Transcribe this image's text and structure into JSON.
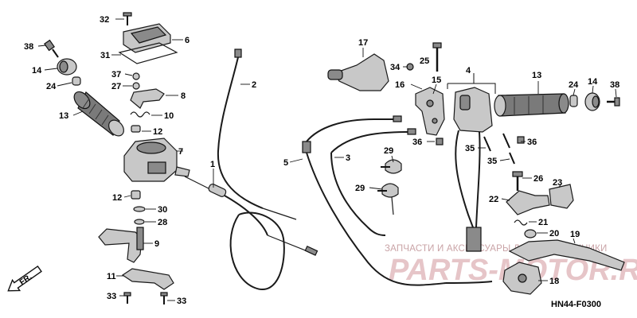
{
  "diagram": {
    "code": "HN44-F0300",
    "direction_label": "FR.",
    "watermark": {
      "line1": "ЗАПЧАСТИ И АКСЕССУАРЫ ДЛЯ МОТОТЕХНИКИ",
      "line2": "PARTS-MOTOR.RU"
    },
    "callouts": [
      {
        "id": "32",
        "text": "32"
      },
      {
        "id": "6",
        "text": "6"
      },
      {
        "id": "38a",
        "text": "38"
      },
      {
        "id": "31",
        "text": "31"
      },
      {
        "id": "14a",
        "text": "14"
      },
      {
        "id": "37",
        "text": "37"
      },
      {
        "id": "24a",
        "text": "24"
      },
      {
        "id": "27",
        "text": "27"
      },
      {
        "id": "8",
        "text": "8"
      },
      {
        "id": "13a",
        "text": "13"
      },
      {
        "id": "10",
        "text": "10"
      },
      {
        "id": "12a",
        "text": "12"
      },
      {
        "id": "7",
        "text": "7"
      },
      {
        "id": "12b",
        "text": "12"
      },
      {
        "id": "30",
        "text": "30"
      },
      {
        "id": "28",
        "text": "28"
      },
      {
        "id": "9",
        "text": "9"
      },
      {
        "id": "11",
        "text": "11"
      },
      {
        "id": "33a",
        "text": "33"
      },
      {
        "id": "33b",
        "text": "33"
      },
      {
        "id": "2",
        "text": "2"
      },
      {
        "id": "1",
        "text": "1"
      },
      {
        "id": "5",
        "text": "5"
      },
      {
        "id": "3",
        "text": "3"
      },
      {
        "id": "29a",
        "text": "29"
      },
      {
        "id": "29b",
        "text": "29"
      },
      {
        "id": "17",
        "text": "17"
      },
      {
        "id": "34",
        "text": "34"
      },
      {
        "id": "25",
        "text": "25"
      },
      {
        "id": "16",
        "text": "16"
      },
      {
        "id": "15",
        "text": "15"
      },
      {
        "id": "36a",
        "text": "36"
      },
      {
        "id": "4",
        "text": "4"
      },
      {
        "id": "35a",
        "text": "35"
      },
      {
        "id": "35b",
        "text": "35"
      },
      {
        "id": "36b",
        "text": "36"
      },
      {
        "id": "13b",
        "text": "13"
      },
      {
        "id": "24b",
        "text": "24"
      },
      {
        "id": "14b",
        "text": "14"
      },
      {
        "id": "38b",
        "text": "38"
      },
      {
        "id": "26",
        "text": "26"
      },
      {
        "id": "23",
        "text": "23"
      },
      {
        "id": "22",
        "text": "22"
      },
      {
        "id": "21",
        "text": "21"
      },
      {
        "id": "20",
        "text": "20"
      },
      {
        "id": "19",
        "text": "19"
      },
      {
        "id": "18",
        "text": "18"
      }
    ],
    "colors": {
      "ink": "#111111",
      "part_fill": "#c8c8c8",
      "grip_fill": "#7a7a7a",
      "watermark_text": "#c9a3a6",
      "watermark_logo": "#e6c5c8"
    }
  }
}
